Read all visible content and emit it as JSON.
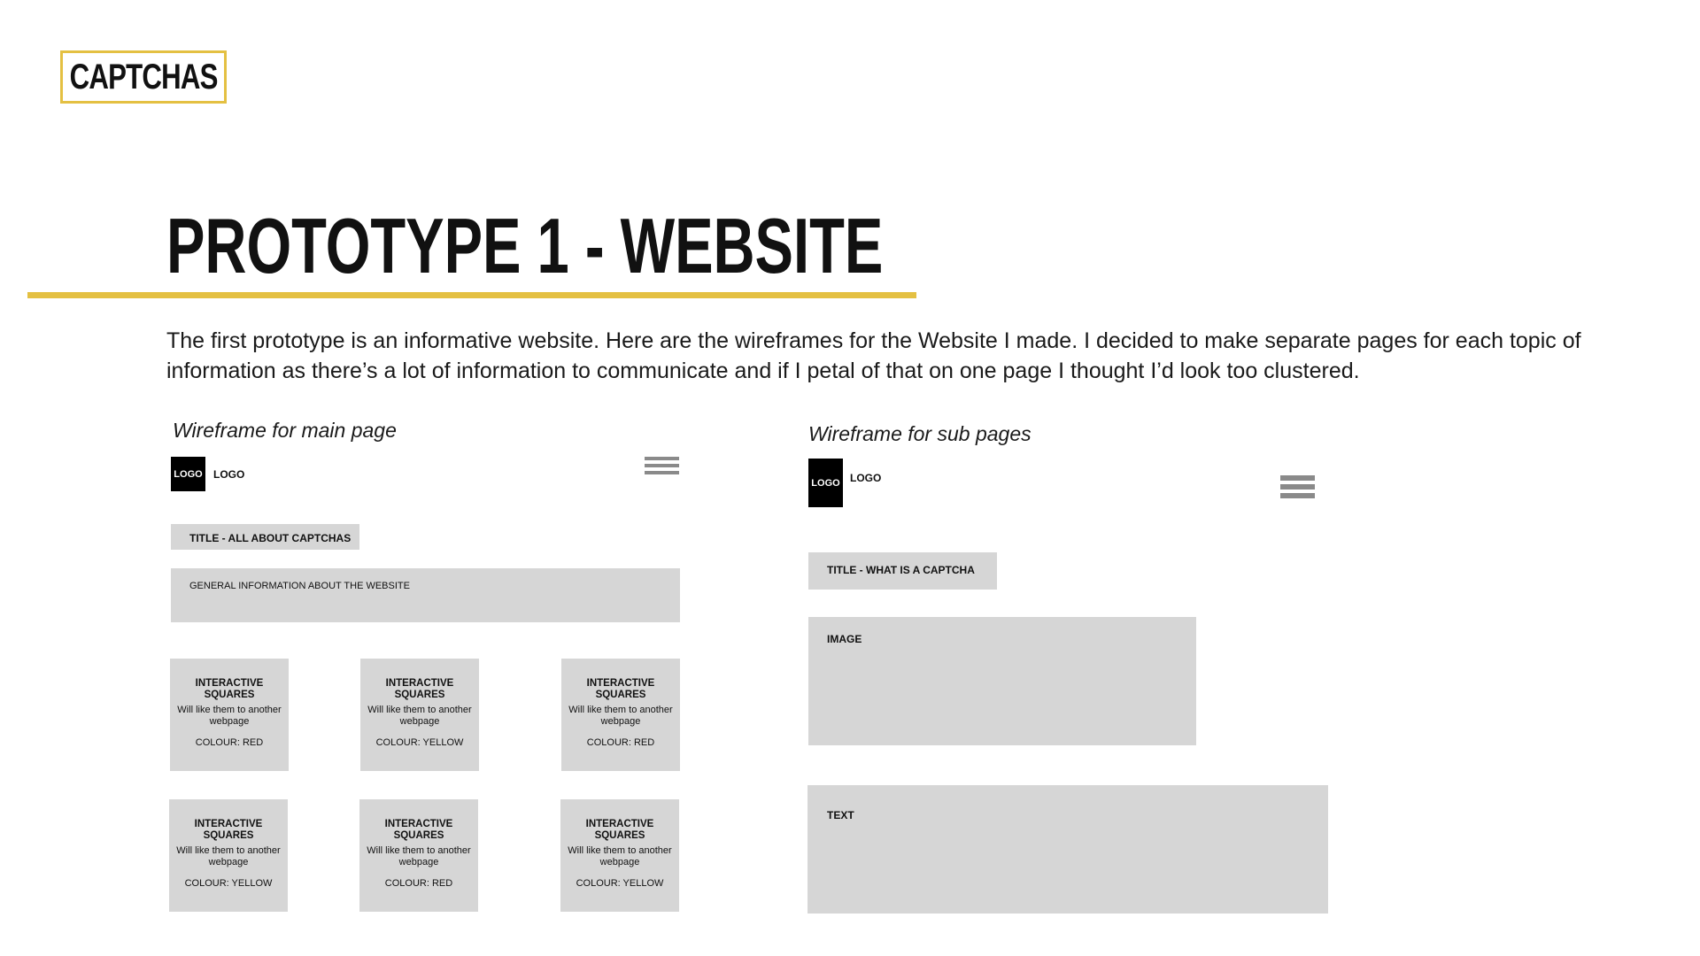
{
  "brand": "CAPTCHAS",
  "page_title": "PROTOTYPE 1 - WEBSITE",
  "intro": "The first prototype is an informative website. Here are the wireframes for the Website I made. I decided to make separate pages for each topic of information as there’s a lot of information to communicate and if I petal of that on one page I thought I’d look too clustered.",
  "main_wireframe": {
    "caption": "Wireframe for main page",
    "logo_box": "LOGO",
    "logo_text": "LOGO",
    "title_box": "TITLE - ALL ABOUT CAPTCHAS",
    "info_box": "GENERAL INFORMATION ABOUT THE WEBSITE",
    "tiles": [
      {
        "heading": "INTERACTIVE SQUARES",
        "desc": "Will like them to another webpage",
        "colour": "COLOUR: RED"
      },
      {
        "heading": "INTERACTIVE SQUARES",
        "desc": "Will like them to another webpage",
        "colour": "COLOUR: YELLOW"
      },
      {
        "heading": "INTERACTIVE SQUARES",
        "desc": "Will like them to another webpage",
        "colour": "COLOUR: RED"
      },
      {
        "heading": "INTERACTIVE SQUARES",
        "desc": "Will like them to another webpage",
        "colour": "COLOUR: YELLOW"
      },
      {
        "heading": "INTERACTIVE SQUARES",
        "desc": "Will like them to another webpage",
        "colour": "COLOUR: RED"
      },
      {
        "heading": "INTERACTIVE SQUARES",
        "desc": "Will like them to another webpage",
        "colour": "COLOUR: YELLOW"
      }
    ]
  },
  "sub_wireframe": {
    "caption": "Wireframe for sub pages",
    "logo_box": "LOGO",
    "logo_text": "LOGO",
    "title_box": "TITLE - WHAT IS A CAPTCHA",
    "image_box": "IMAGE",
    "text_box": "TEXT"
  },
  "colors": {
    "accent": "#e4c042",
    "placeholder": "#d6d6d6",
    "menu": "#8a8a8a"
  }
}
